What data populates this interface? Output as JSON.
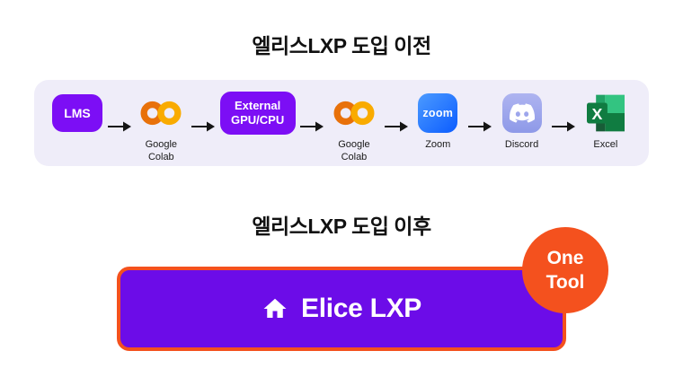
{
  "before": {
    "title": "엘리스LXP 도입 이전",
    "steps": [
      {
        "label": "LMS"
      },
      {
        "label": "Google Colab"
      },
      {
        "label": "External GPU/CPU"
      },
      {
        "label": "Google Colab"
      },
      {
        "label": "Zoom"
      },
      {
        "label": "Discord"
      },
      {
        "label": "Excel"
      }
    ],
    "zoom_logo_text": "zoom",
    "excel_logo_letter": "X"
  },
  "after": {
    "title": "엘리스LXP 도입 이후",
    "button_label": "Elice LXP",
    "badge_line1": "One",
    "badge_line2": "Tool"
  },
  "colors": {
    "accent_purple": "#7C0EF5",
    "deep_purple": "#6C0CE8",
    "accent_orange": "#F4511E",
    "band_background": "#EFEDF9",
    "colab_ring_dark": "#E8710A",
    "colab_ring_light": "#F9AB00",
    "zoom_blue": "#0B5CFF",
    "discord_periwinkle": "#9FA8EA",
    "excel_green": "#107C41",
    "arrow_black": "#151515"
  }
}
